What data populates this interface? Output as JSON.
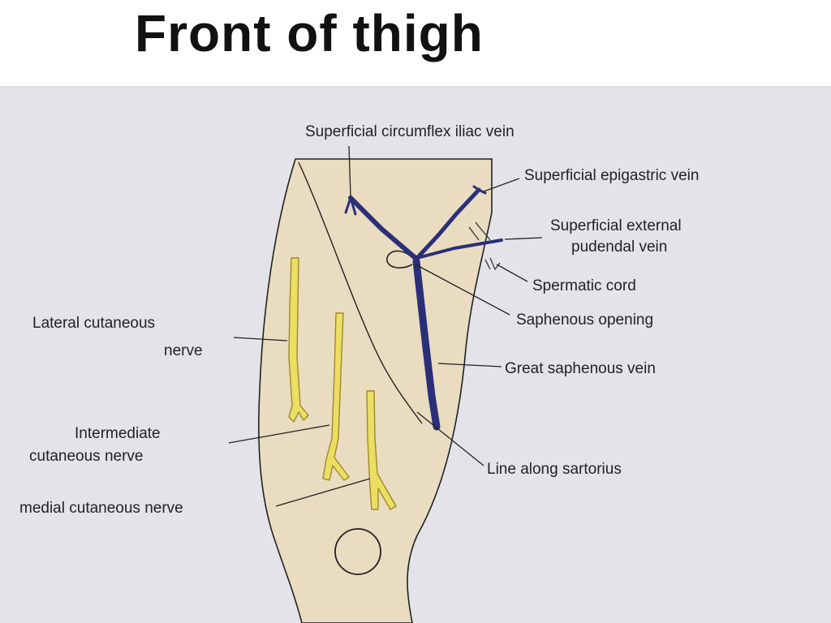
{
  "title": "Front of thigh",
  "labels": {
    "superficial_circumflex_iliac_vein": "Superficial circumflex iliac vein",
    "superficial_epigastric_vein": "Superficial epigastric vein",
    "superficial_external_pudendal_vein_line1": "Superficial external",
    "superficial_external_pudendal_vein_line2": "pudendal vein",
    "spermatic_cord": "Spermatic cord",
    "saphenous_opening": "Saphenous opening",
    "great_saphenous_vein": "Great saphenous vein",
    "line_along_sartorius": "Line along sartorius",
    "lateral_cutaneous_nerve_line1": "Lateral cutaneous",
    "lateral_cutaneous_nerve_line2": "nerve",
    "intermediate_cutaneous_nerve_line1": "Intermediate",
    "intermediate_cutaneous_nerve_line2": "cutaneous nerve",
    "medial_cutaneous_nerve": "medial cutaneous nerve"
  },
  "colors": {
    "page_background": "#ffffff",
    "figure_background": "#e4e3e9",
    "thigh_fill": "#e9dcc0",
    "vein": "#2a2f78",
    "nerve_fill": "#ecde62",
    "nerve_outline": "#9c8a2c",
    "outline": "#222222"
  }
}
